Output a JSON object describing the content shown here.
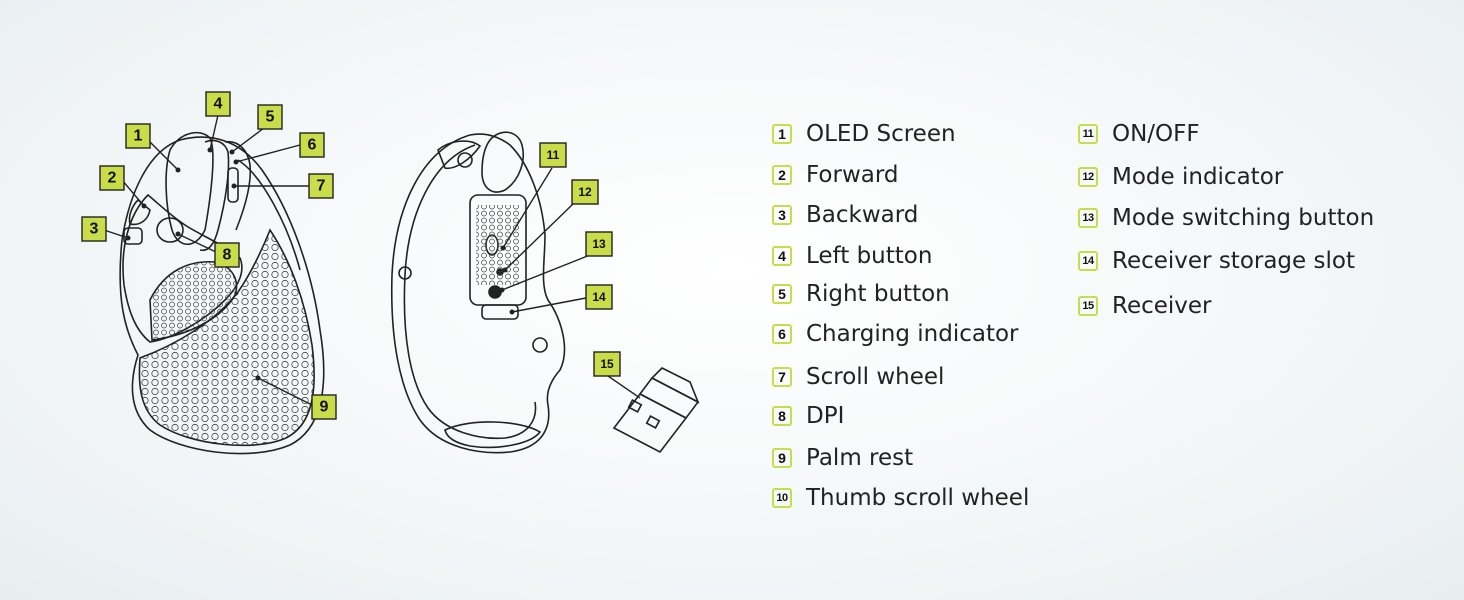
{
  "legend": [
    {
      "n": "1",
      "label": "OLED Screen"
    },
    {
      "n": "2",
      "label": "Forward"
    },
    {
      "n": "3",
      "label": "Backward"
    },
    {
      "n": "4",
      "label": "Left button"
    },
    {
      "n": "5",
      "label": "Right button"
    },
    {
      "n": "6",
      "label": "Charging indicator"
    },
    {
      "n": "7",
      "label": "Scroll wheel"
    },
    {
      "n": "8",
      "label": "DPI"
    },
    {
      "n": "9",
      "label": "Palm rest"
    },
    {
      "n": "10",
      "label": "Thumb scroll wheel"
    },
    {
      "n": "11",
      "label": "ON/OFF"
    },
    {
      "n": "12",
      "label": "Mode indicator"
    },
    {
      "n": "13",
      "label": "Mode switching button"
    },
    {
      "n": "14",
      "label": "Receiver storage slot"
    },
    {
      "n": "15",
      "label": "Receiver"
    }
  ],
  "colors": {
    "accent": "#c9dc4a",
    "line": "#222222",
    "text": "#222222"
  },
  "icons": [
    "mouse-top-view-illustration",
    "mouse-bottom-view-illustration",
    "usb-receiver-illustration"
  ]
}
